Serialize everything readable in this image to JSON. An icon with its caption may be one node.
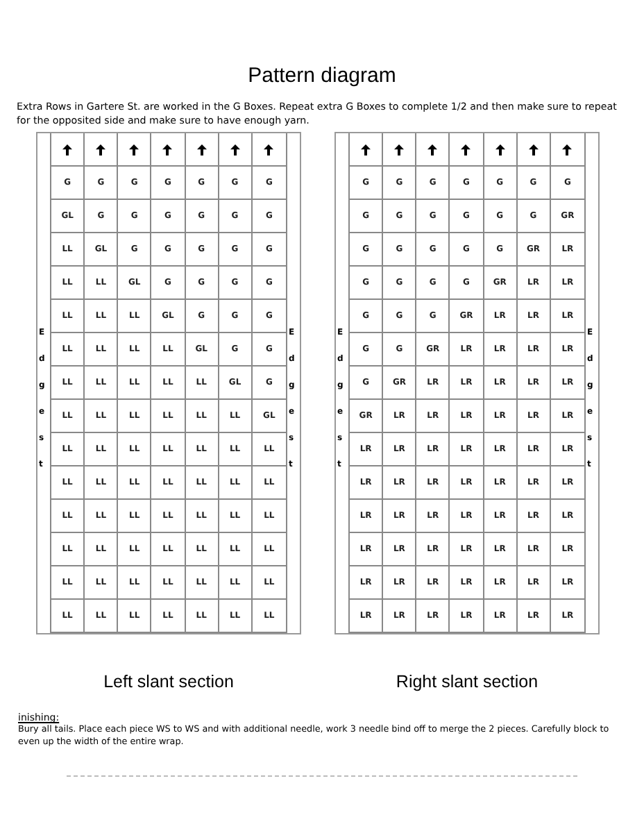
{
  "diagram": {
    "title": "Pattern diagram",
    "labels": [
      "Extra Rows in Gartere St. are worked in the G Boxes. Repeat extra G Boxes to complete 1/2 and then make sure to repeat for the opposited side and make sure to have enough yarn.",
      "Edge st",
      "G",
      "G",
      "G",
      "G",
      "G",
      "G",
      "G",
      "GL",
      "G",
      "G",
      "G",
      "G",
      "G",
      "G",
      "LL",
      "GL",
      "G",
      "G",
      "G",
      "G",
      "G",
      "LL",
      "LL",
      "GL",
      "G",
      "G",
      "G",
      "G",
      "LL",
      "LL",
      "LL",
      "GL",
      "G",
      "G",
      "G",
      "LL",
      "LL",
      "LL",
      "LL",
      "GL",
      "G",
      "G",
      "LL",
      "LL",
      "LL",
      "LL",
      "LL",
      "GL",
      "G",
      "LL",
      "LL",
      "LL",
      "LL",
      "LL",
      "LL",
      "GL",
      "LL",
      "LL",
      "LL",
      "LL",
      "LL",
      "LL",
      "LL",
      "LL",
      "LL",
      "LL",
      "LL",
      "LL",
      "LL",
      "LL",
      "LL",
      "LL",
      "LL",
      "LL",
      "LL",
      "LL",
      "LL",
      "LL",
      "LL",
      "LL",
      "LL",
      "LL",
      "LL",
      "LL",
      "LL",
      "LL",
      "LL",
      "LL",
      "LL",
      "LL",
      "LL",
      "LL",
      "LL",
      "LL",
      "LL",
      "LL",
      "LL",
      "LL",
      "Edge st",
      "Edge st",
      "G",
      "G",
      "G",
      "G",
      "G",
      "G",
      "G",
      "G",
      "G",
      "G",
      "G",
      "G",
      "G",
      "GR",
      "G",
      "G",
      "G",
      "G",
      "G",
      "GR",
      "LR",
      "G",
      "G",
      "G",
      "G",
      "GR",
      "LR",
      "LR",
      "G",
      "G",
      "G",
      "GR",
      "LR",
      "LR",
      "LR",
      "G",
      "G",
      "GR",
      "LR",
      "LR",
      "LR",
      "LR",
      "G",
      "GR",
      "LR",
      "LR",
      "LR",
      "LR",
      "LR",
      "GR",
      "LR",
      "LR",
      "LR",
      "LR",
      "LR",
      "LR",
      "LR",
      "LR",
      "LR",
      "LR",
      "LR",
      "LR",
      "LR",
      "LR",
      "LR",
      "LR",
      "LR",
      "LR",
      "LR",
      "LR",
      "LR",
      "LR",
      "LR",
      "LR",
      "LR",
      "LR",
      "LR",
      "LR",
      "LR",
      "LR",
      "LR",
      "LR",
      "LR",
      "LR",
      "LR",
      "LR",
      "LR",
      "LR",
      "LR",
      "LR",
      "LR",
      "LR",
      "LR",
      "LR",
      "LR",
      "LR",
      "LR",
      "LR",
      "Edge st",
      "Left slant section",
      "Right slant section",
      "inishing:",
      "Bury all tails. Place each piece WS to WS and with additional needle, work 3 needle bind off to merge the 2 pieces. Carefully block to even up the width of the entire wrap."
    ]
  }
}
